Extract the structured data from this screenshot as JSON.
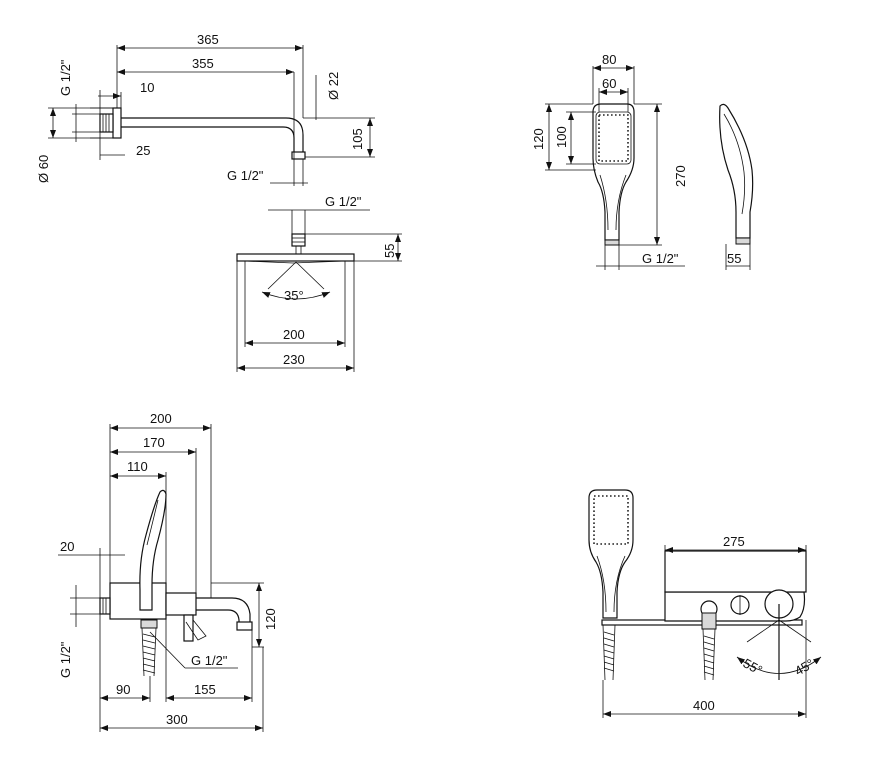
{
  "arm": {
    "d365": "365",
    "d355": "355",
    "d10": "10",
    "d25": "25",
    "g12_left": "G 1/2\"",
    "g12_bottom": "G 1/2\"",
    "d22": "Ø 22",
    "d105": "105",
    "d60": "Ø 60"
  },
  "head": {
    "g12": "G 1/2\"",
    "d55": "55",
    "angle": "35°",
    "d200": "200",
    "d230": "230"
  },
  "hand": {
    "d80": "80",
    "d60": "60",
    "d120": "120",
    "d100": "100",
    "d270": "270",
    "g12": "G 1/2\"",
    "d55": "55"
  },
  "mixer_side": {
    "d200": "200",
    "d170": "170",
    "d110": "110",
    "d20": "20",
    "g12_left": "G 1/2\"",
    "g12_right": "G 1/2\"",
    "d120": "120",
    "d90": "90",
    "d155": "155",
    "d300": "300"
  },
  "mixer_front": {
    "d275": "275",
    "d400": "400",
    "angle55": "55°",
    "angle45": "45°"
  }
}
